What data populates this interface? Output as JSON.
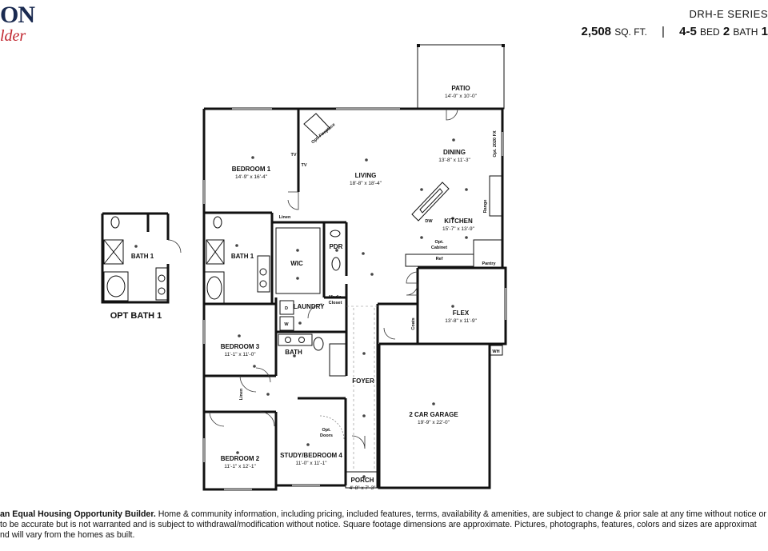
{
  "brand": {
    "logo_text": "ON",
    "logo_subtext": "lder"
  },
  "header": {
    "series": "DRH-E SERIES",
    "sqft_value": "2,508",
    "sqft_unit": "SQ. FT.",
    "separator": "|",
    "beds_value": "4-5",
    "beds_unit": "BED",
    "baths_value": "2",
    "baths_unit": "BATH",
    "extra": "1"
  },
  "rooms": {
    "patio": {
      "name": "PATIO",
      "dim": "14'-0\" x 10'-0\""
    },
    "bedroom1": {
      "name": "BEDROOM 1",
      "dim": "14'-9\" x 16'-4\""
    },
    "living": {
      "name": "LIVING",
      "dim": "18'-8\" x 18'-4\""
    },
    "dining": {
      "name": "DINING",
      "dim": "13'-8\" x 11'-3\""
    },
    "kitchen": {
      "name": "KITCHEN",
      "dim": "15'-7\" x 13'-9\""
    },
    "bath1": {
      "name": "BATH 1"
    },
    "wic": {
      "name": "WIC"
    },
    "pdr": {
      "name": "PDR"
    },
    "laundry": {
      "name": "LAUNDRY"
    },
    "flex": {
      "name": "FLEX",
      "dim": "13'-8\" x 11'-9\""
    },
    "bedroom3": {
      "name": "BEDROOM 3",
      "dim": "11'-1\" x 11'-0\""
    },
    "bath": {
      "name": "BATH"
    },
    "foyer": {
      "name": "FOYER"
    },
    "garage": {
      "name": "2 CAR GARAGE",
      "dim": "19'-9\" x 22'-0\""
    },
    "bedroom2": {
      "name": "BEDROOM 2",
      "dim": "11'-1\" x 12'-1\""
    },
    "study": {
      "name": "STUDY/BEDROOM 4",
      "dim": "11'-0\" x 11'-1\""
    },
    "porch": {
      "name": "PORCH",
      "dim": "4'-8\" x 7'-3\""
    },
    "opt_bath1": {
      "name": "BATH 1",
      "caption": "OPT BATH 1"
    }
  },
  "fixtures": {
    "opt_fireplace": "Opt. Fireplace",
    "tv": "TV",
    "tv2": "TV",
    "opt_2020fx": "Opt. 2020 FX",
    "range": "Range",
    "dw": "DW",
    "opt_cabinet_1": "Opt.",
    "opt_cabinet_2": "Cabinet",
    "ref": "Ref",
    "pantry": "Pantry",
    "linen": "Linen",
    "linen2": "Linen",
    "media_closet_1": "Media",
    "media_closet_2": "Closet",
    "dryer": "D",
    "washer": "W",
    "coats": "Coats",
    "wh": "WH",
    "opt_doors_1": "Opt.",
    "opt_doors_2": "Doors"
  },
  "disclaimer": {
    "line1_bold": "an Equal Housing Opportunity Builder.",
    "line1_rest": " Home & community information, including pricing, included features, terms, availability & amenities, are subject to change & prior sale at any time without notice or ob",
    "line2": "to be accurate but is not warranted and is subject to withdrawal/modification without notice. Square footage dimensions are approximate. Pictures, photographs, features, colors and sizes are approximat",
    "line3": "nd will vary from the homes as built."
  }
}
